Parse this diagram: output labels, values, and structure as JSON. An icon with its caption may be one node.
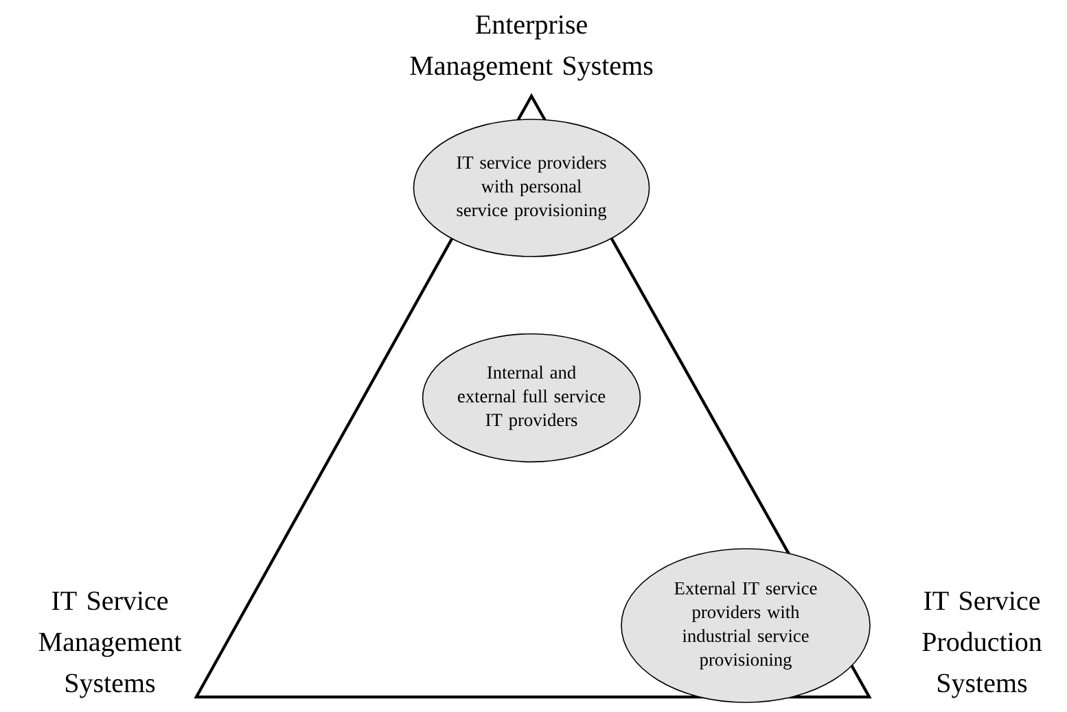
{
  "diagram": {
    "nodes": [
      {
        "text": [
          "IT service providers with personal service provisioning"
        ]
      },
      {
        "text": [
          "Internal and external full service IT providers"
        ]
      },
      {
        "text": [
          "External IT service providers with industrial service provisioning"
        ]
      }
    ],
    "labels": [
      "Enterprise Management Systems",
      "IT Service Management Systems",
      "IT Service Production Systems"
    ]
  }
}
